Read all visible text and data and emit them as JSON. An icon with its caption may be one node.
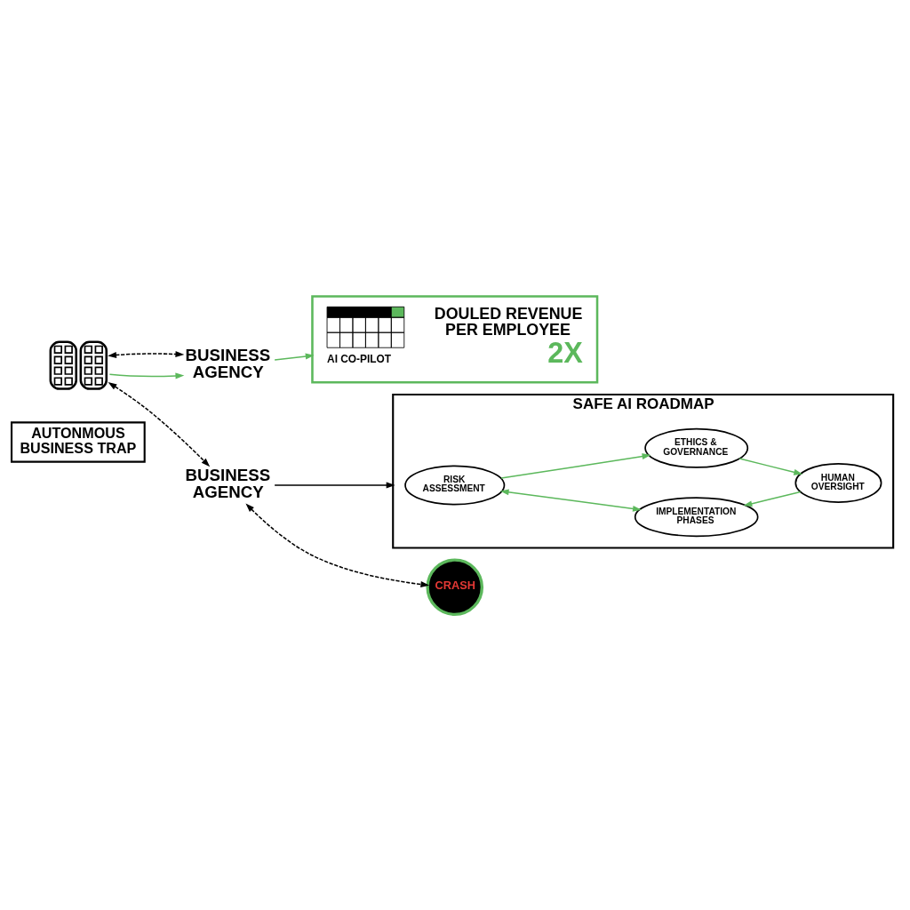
{
  "diagram": {
    "nodes": [
      {
        "text": [],
        "shape": "picture"
      },
      {
        "text": [
          "BUSINESS AGENCY"
        ]
      },
      {
        "text": [
          "AI CO-PILOT",
          "DOULED REVENUE PER EMPLOYEE",
          "2X"
        ]
      },
      {
        "text": [
          "BUSINESS AGENCY"
        ]
      },
      {
        "text": [
          "SAFE AI ROADMAP"
        ]
      },
      {
        "text": [
          "ETHICS & GOVERNANCE"
        ],
        "in": 4
      },
      {
        "text": [
          "RISK ASSESSMENT"
        ],
        "in": 4
      },
      {
        "text": [
          "HUMAN OVERSIGHT"
        ],
        "in": 4
      },
      {
        "text": [
          "IMPLEMENTATION PHASES"
        ],
        "in": 4
      },
      {
        "text": [
          "AUTONMOUS BUSINESS TRAP"
        ]
      },
      {
        "text": [
          "CRASH"
        ]
      }
    ],
    "edges": [
      {
        "from": 0,
        "to": 1,
        "arrow": "to"
      },
      {
        "from": 1,
        "to": 2,
        "arrow": "to"
      },
      {
        "from": 0,
        "to": 1,
        "arrow": "both",
        "style": "dashed",
        "color": "#000000"
      },
      {
        "from": 0,
        "to": 3,
        "arrow": "both",
        "style": "dashed",
        "color": "#000000"
      },
      {
        "from": 3,
        "to": 4,
        "arrow": "to",
        "color": "#000000"
      },
      {
        "from": 6,
        "to": 5,
        "arrow": "to"
      },
      {
        "from": 5,
        "to": 7,
        "arrow": "to"
      },
      {
        "from": 7,
        "to": 8,
        "arrow": "to"
      },
      {
        "from": 6,
        "to": 8,
        "arrow": "both"
      },
      {
        "from": 3,
        "to": 10,
        "arrow": "both",
        "style": "dashed",
        "color": "#000000"
      }
    ]
  }
}
